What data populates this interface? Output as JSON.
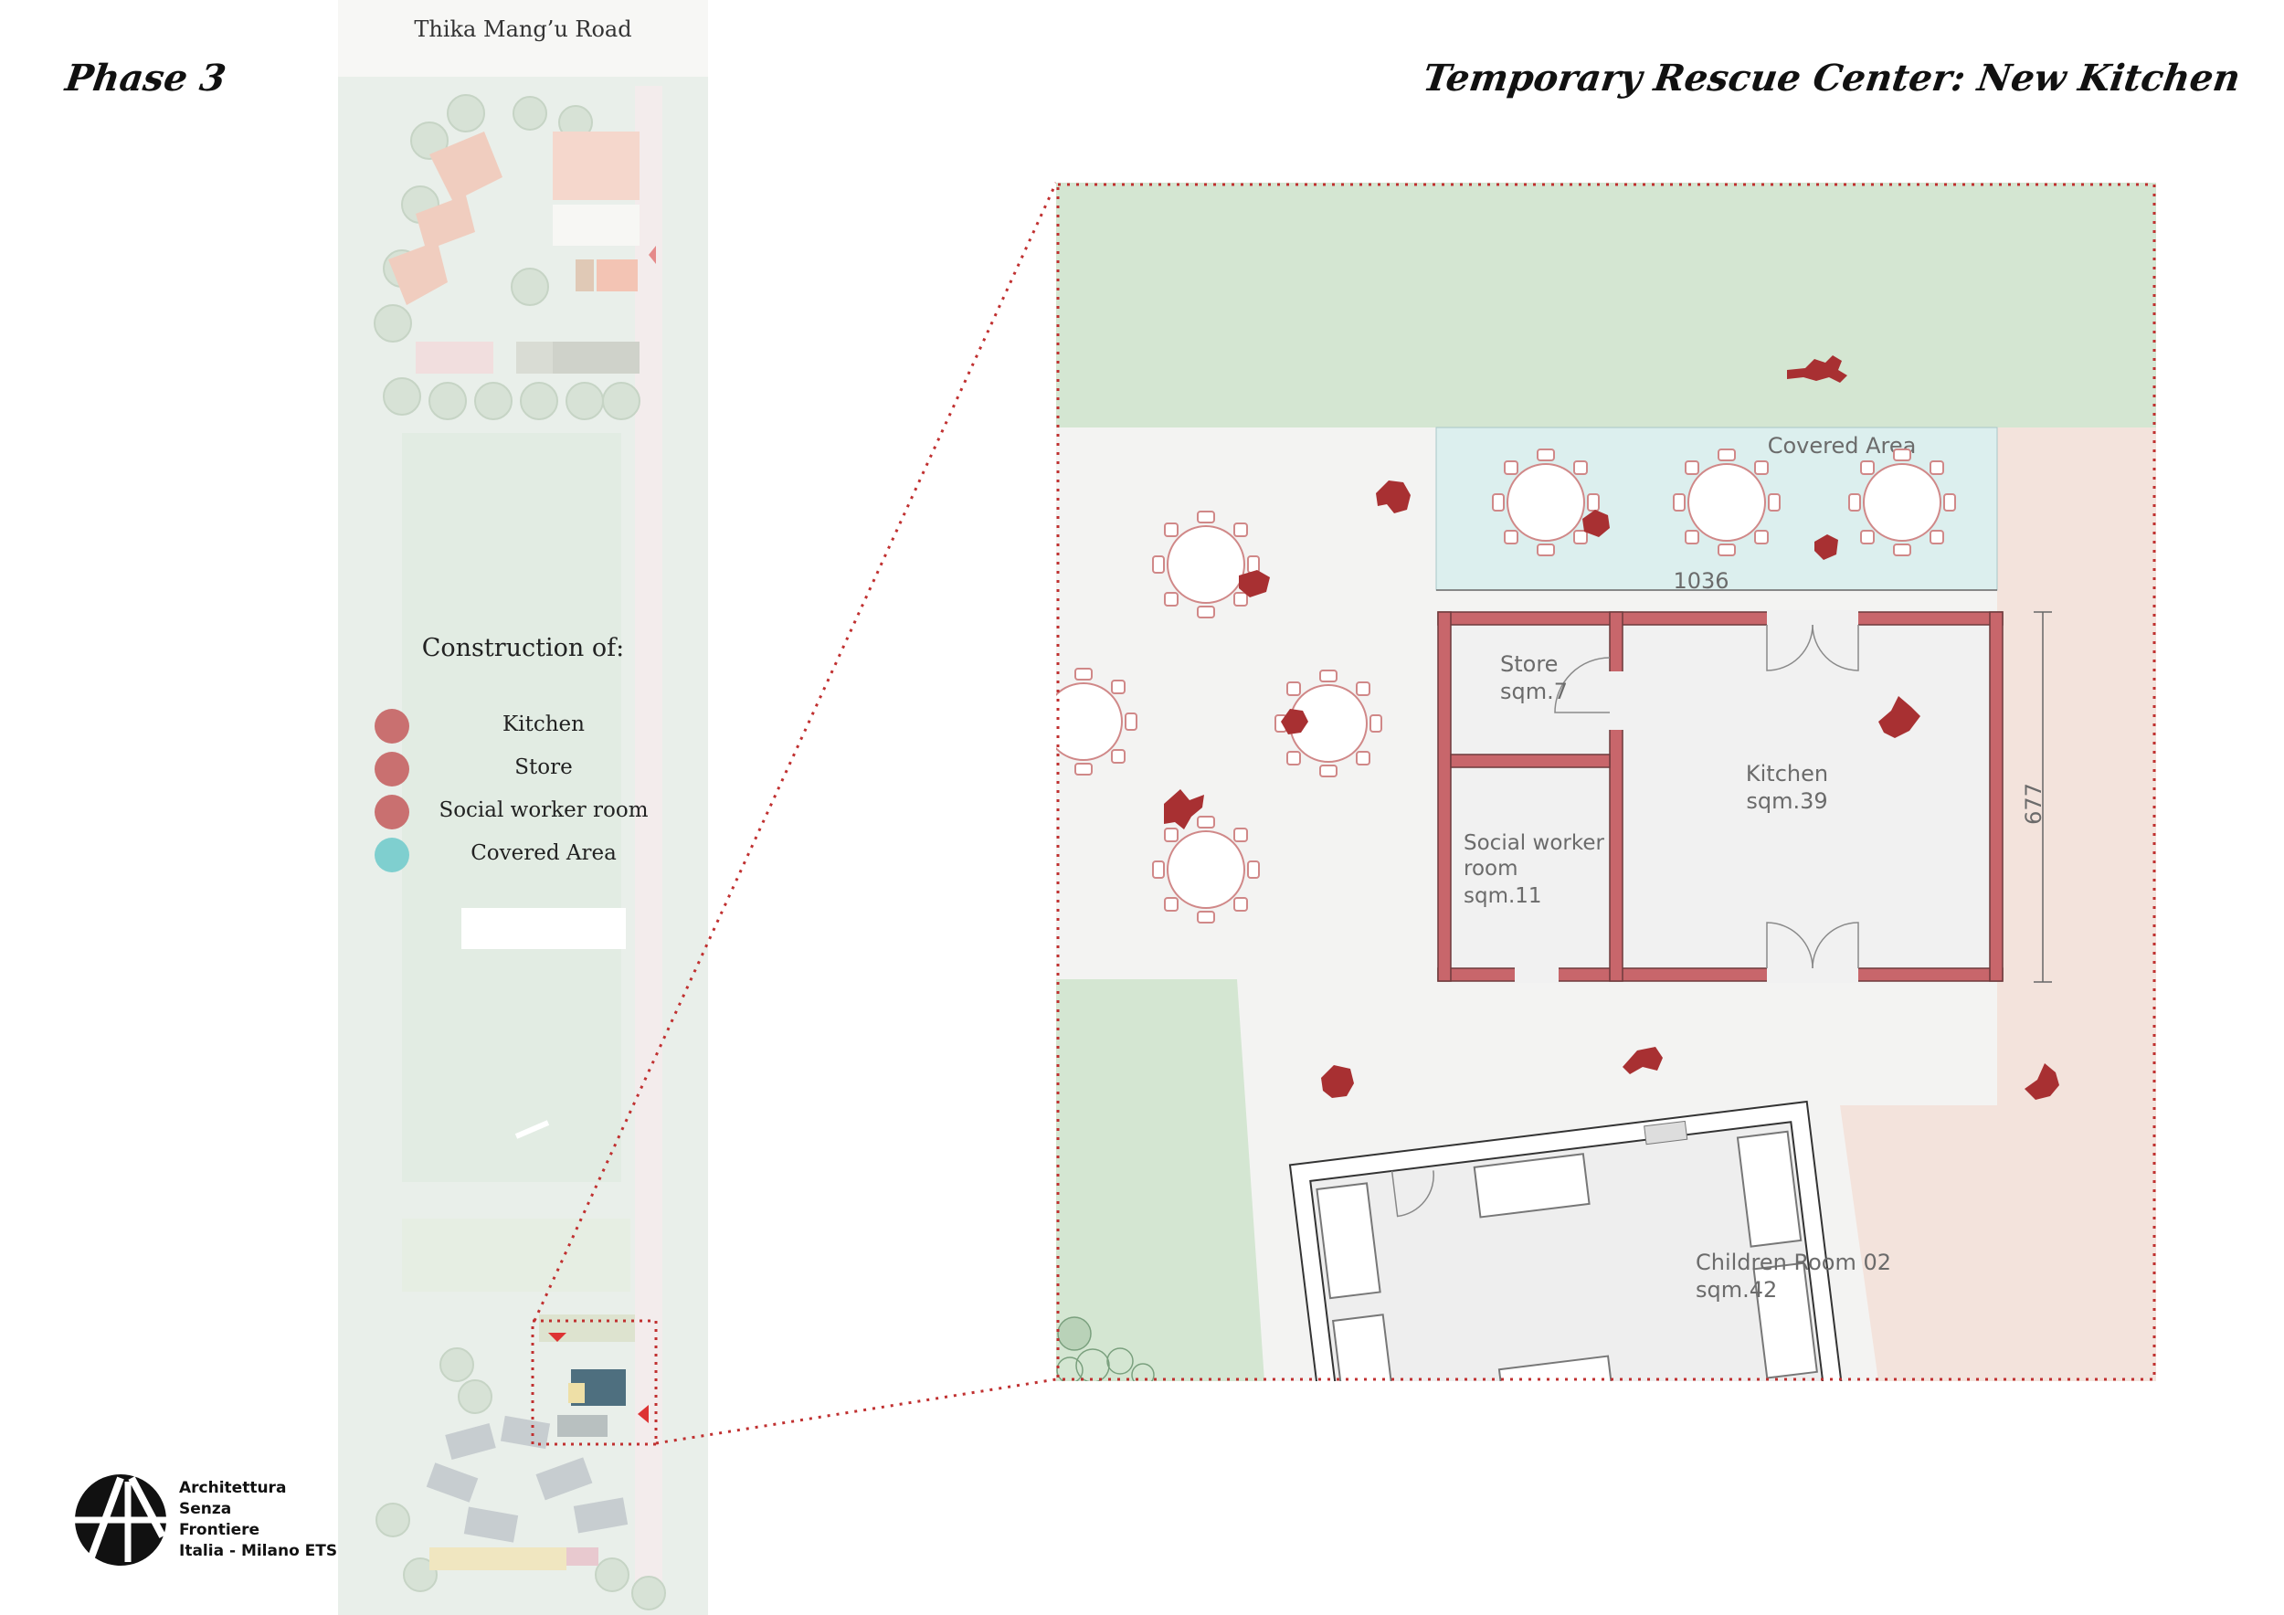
{
  "header": {
    "phase": "Phase 3",
    "title": "Temporary Rescue Center: New Kitchen"
  },
  "site": {
    "road": "Thika Mang’u Road"
  },
  "legend": {
    "title": "Construction of:",
    "items": [
      {
        "label": "Kitchen",
        "color": "#c97070"
      },
      {
        "label": "Store",
        "color": "#c97070"
      },
      {
        "label": "Social worker room",
        "color": "#c97070"
      },
      {
        "label": "Covered Area",
        "color": "#7fcfcf"
      }
    ]
  },
  "plan": {
    "covered_area": "Covered Area",
    "width_dim": "1036",
    "depth_dim": "677",
    "store": {
      "name": "Store",
      "area": "sqm.7"
    },
    "kitchen": {
      "name": "Kitchen",
      "area": "sqm.39"
    },
    "social": {
      "line1": "Social worker",
      "line2": "room",
      "area": "sqm.11"
    },
    "children": {
      "name": "Children Room 02",
      "area": "sqm.42"
    }
  },
  "logo": {
    "lines": [
      "Architettura",
      "Senza",
      "Frontiere",
      "Italia - Milano ETS"
    ]
  },
  "colors": {
    "wall": "#c8666b",
    "grass": "#d4e6d2",
    "covered": "#dcefee",
    "peach": "#f3e3dc",
    "accent_red": "#a83032",
    "dotted": "#c03030"
  }
}
